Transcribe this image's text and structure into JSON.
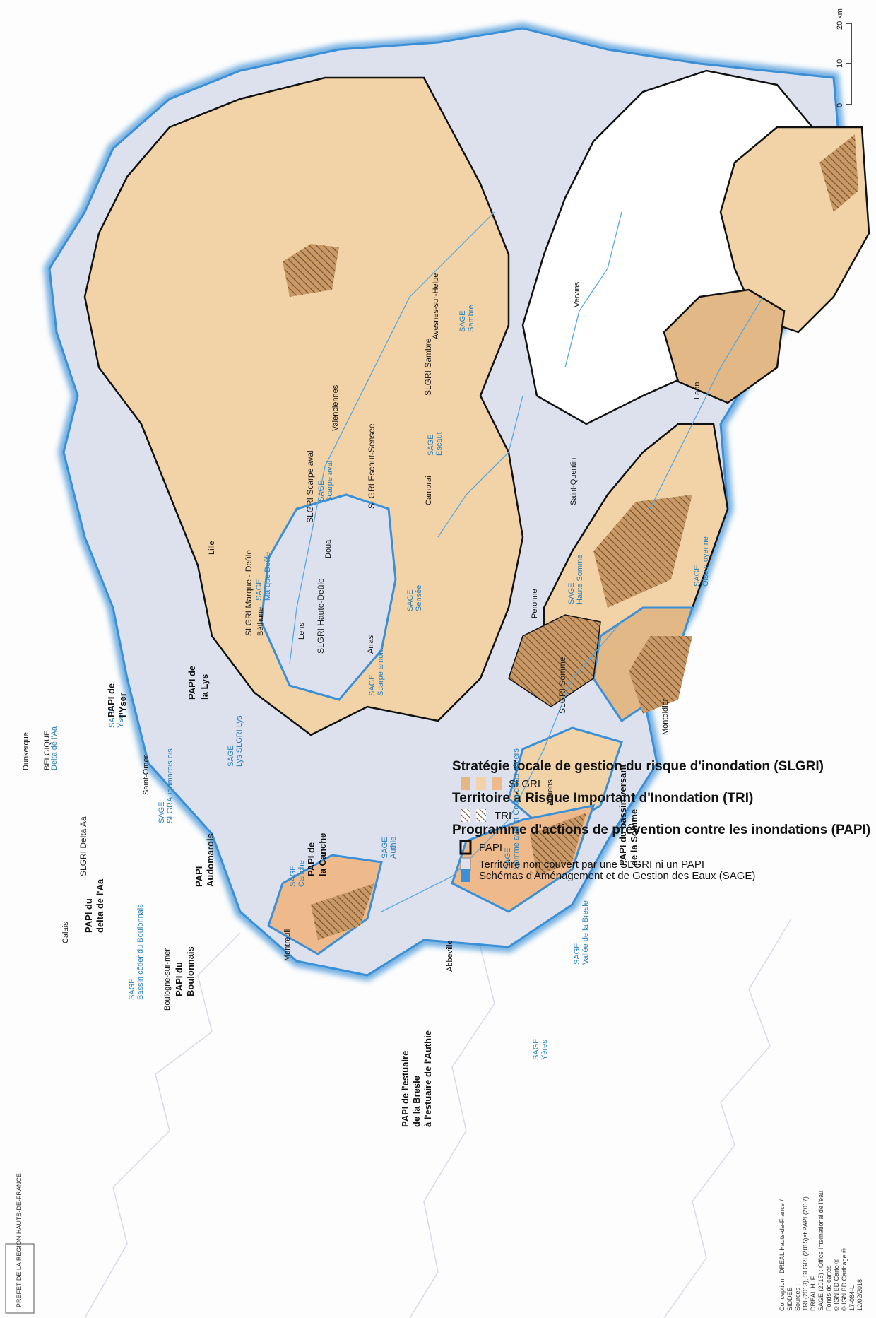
{
  "logo": {
    "text": "PRÉFET DE LA RÉGION HAUTS-DE-FRANCE"
  },
  "legend": {
    "slgri_title": "Stratégie locale de gestion du risque d'inondation (SLGRI)",
    "slgri_label": "SLGRI",
    "tri_title": "Territoire à Risque Important d'Inondation (TRI)",
    "tri_label": "TRI",
    "papi_title": "Programme d'actions de prévention contre les inondations (PAPI)",
    "papi_label": "PAPI",
    "uncovered_label": "Territoire non couvert par une SLGRI ni un PAPI",
    "sage_label": "Schémas d'Aménagement et de Gestion des Eaux (SAGE)",
    "colors": {
      "slgri1": "#e2b887",
      "slgri2": "#f2d3a7",
      "slgri3": "#eeba8c",
      "uncovered": "#dde1ee",
      "sage": "#3a8fd6",
      "papi": "#111111"
    }
  },
  "scale": {
    "t0": "0",
    "t1": "10",
    "t2": "20 km"
  },
  "credits": [
    "Conception : DREAL Hauts-de-France /",
    "SIDDEE",
    "Sources :",
    "TRI (2013), SLGRI (2015)et PAPI (2017) :",
    "DREAL HdF",
    "SAGE (2015) : Office International de l'eau",
    "Fonds de cartes",
    "© IGN BD Carto ®",
    "© IGN BD Carthage ®",
    "17-064-L",
    "12/02/2018"
  ],
  "places": {
    "dunkerque": "Dunkerque",
    "belgique": "BELGIQUE",
    "calais": "Calais",
    "saint_omer": "Saint-Omer",
    "boulogne": "Boulogne-sur-mer",
    "montreuil": "Montreuil",
    "abbeville": "Abbeville",
    "amiens": "Amiens",
    "montdidier": "Montdidier",
    "peronne": "Peronne",
    "saint_quentin": "Saint-Quentin",
    "laon": "Laon",
    "vervins": "Vervins",
    "avesnes": "Avesnes-sur-Helpe",
    "valenciennes": "Valenciennes",
    "cambrai": "Cambrai",
    "douai": "Douai",
    "lille": "Lille",
    "lens": "Lens",
    "arras": "Arras",
    "bethune": "Béthune"
  },
  "sage": {
    "delta_aa_1": "Delta de l'Aa",
    "yser_1": "SAGE",
    "yser_2": "Yser",
    "lys_1": "SAGE",
    "lys_2": "Lys SLGRI Lys",
    "audo_1": "SAGE",
    "audo_2": "SLGRAudomarois ois",
    "boulonnais_1": "SAGE",
    "boulonnais_2": "Bassin côtier du Boulonnais",
    "canche_1": "SAGE",
    "canche_2": "Canche",
    "authie_1": "SAGE",
    "authie_2": "Authie",
    "somme_aval_1": "SAGE",
    "somme_aval_2": "Somme aval et Cours d'eau côtiers",
    "bresle_1": "SAGE",
    "bresle_2": "Vallée de la Bresle",
    "yeres_1": "SAGE",
    "yeres_2": "Yères",
    "scarpe_amont_1": "SAGE",
    "scarpe_amont_2": "Scarpe amont",
    "sensee_1": "SAGE",
    "sensee_2": "Sensée",
    "marque_1": "SAGE",
    "marque_2": "Marque Deûle",
    "scarpe_aval_1": "SAGE",
    "scarpe_aval_2": "Scarpe aval",
    "escaut_1": "SAGE",
    "escaut_2": "Escaut",
    "sambre_1": "SAGE",
    "sambre_2": "Sambre",
    "haute_somme_1": "SAGE",
    "haute_somme_2": "Haute Somme",
    "oise_1": "SAGE",
    "oise_2": "Oise moyenne"
  },
  "slgri": {
    "delta_aa": "SLGRI Delta Aa",
    "marque": "SLGRI Marque - Deûle",
    "haute_deule": "SLGRI Haute-Deûle",
    "scarpe_aval": "SLGRI Scarpe aval",
    "escaut": "SLGRI Escaut-Sensée",
    "sambre": "SLGRI Sambre",
    "somme": "SLGRI Somme"
  },
  "papi": {
    "delta_aa_1": "PAPI du",
    "delta_aa_2": "delta de l'Aa",
    "yser_1": "PAPI de",
    "yser_2": "l'Yser",
    "lys_1": "PAPI de",
    "lys_2": "la Lys",
    "audo_1": "PAPI",
    "audo_2": "Audomarois",
    "boulonnais_1": "PAPI du",
    "boulonnais_2": "Boulonnais",
    "canche_1": "PAPI de",
    "canche_2": "la Canche",
    "bresle_1": "PAPI de l'estuaire",
    "bresle_2": "de la Bresle",
    "bresle_3": "à l'estuaire de l'Authie",
    "somme_1": "PAPI du bassin versant",
    "somme_2": "de la Somme"
  }
}
